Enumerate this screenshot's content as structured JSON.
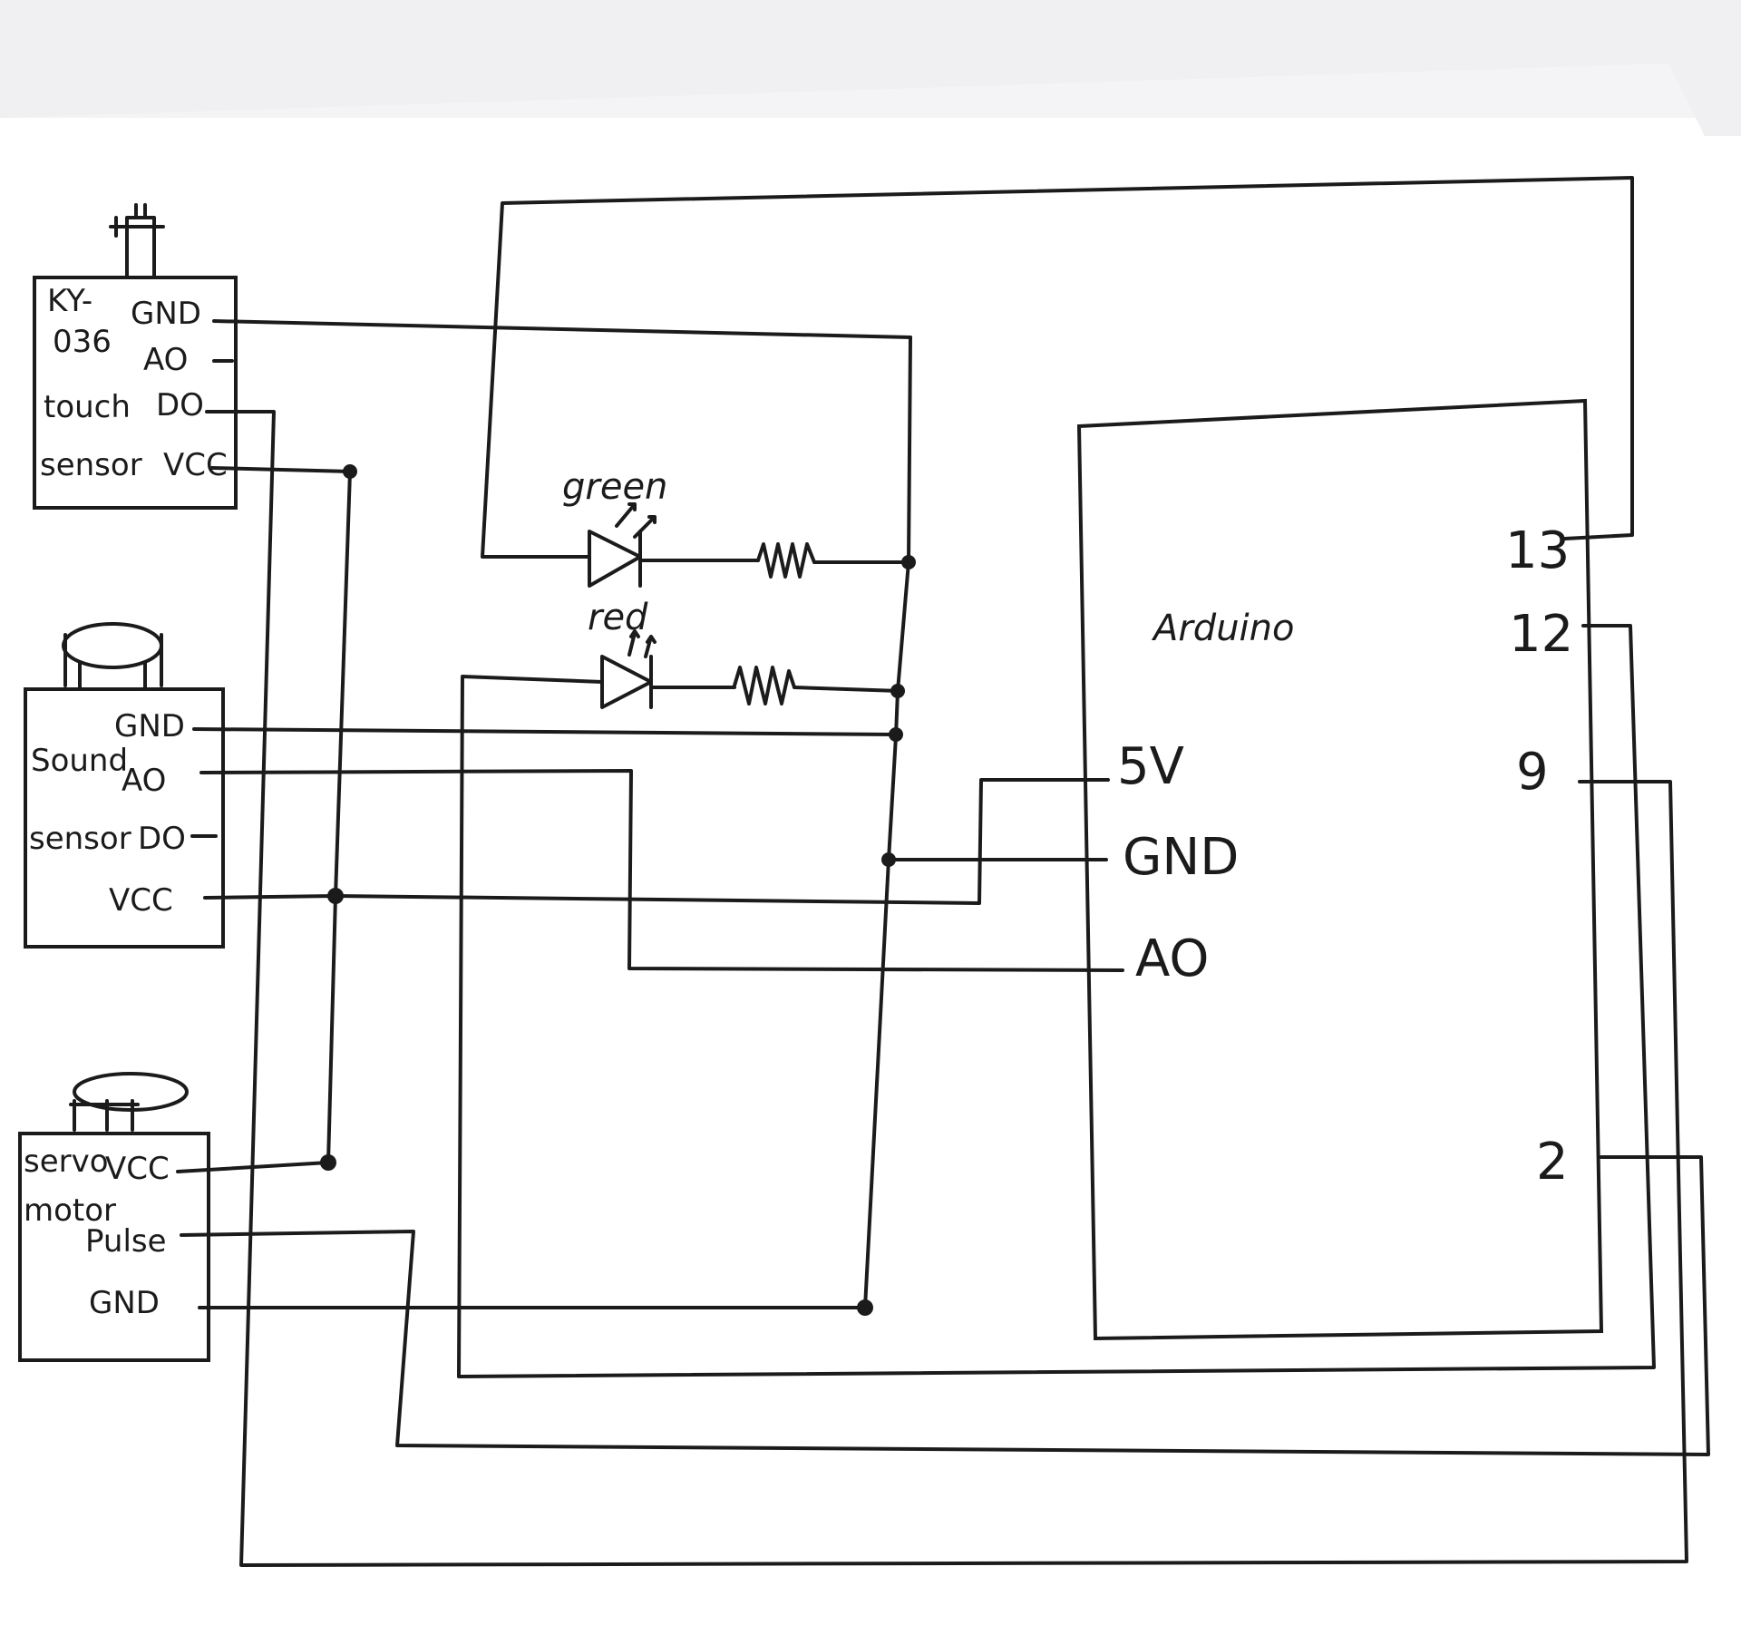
{
  "touch_sensor": {
    "label_lines": [
      "KY-",
      "036",
      "touch",
      "sensor"
    ],
    "pins": [
      "GND",
      "AO",
      "DO",
      "VCC"
    ]
  },
  "sound_sensor": {
    "label_lines": [
      "Sound",
      "sensor"
    ],
    "pins": [
      "GND",
      "AO",
      "DO",
      "VCC"
    ]
  },
  "servo": {
    "label_lines": [
      "servo",
      "motor"
    ],
    "pins": [
      "VCC",
      "Pulse",
      "GND"
    ]
  },
  "leds": {
    "green": "green",
    "red": "red"
  },
  "arduino": {
    "title": "Arduino",
    "left_pins": [
      "5V",
      "GND",
      "AO"
    ],
    "right_pins": [
      "13",
      "12",
      "9",
      "2"
    ]
  }
}
